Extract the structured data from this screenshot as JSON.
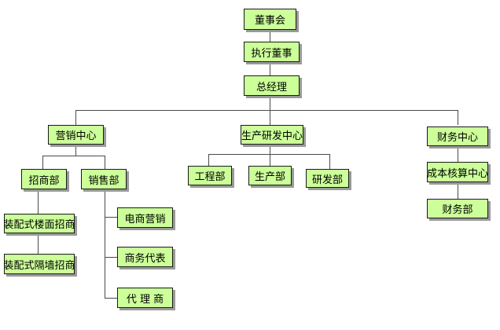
{
  "org": {
    "board": "董事会",
    "executive_director": "执行董事",
    "general_manager": "总经理",
    "marketing_center": "营销中心",
    "investment_dept": "招商部",
    "sales_dept": "销售部",
    "fitout_building_invest": "装配式楼面招商",
    "fitout_partition_invest": "装配式隔墙招商",
    "ecommerce_marketing": "电商营销",
    "business_rep": "商务代表",
    "agent": "代 理 商",
    "production_rd_center": "生产研发中心",
    "engineering_dept": "工程部",
    "production_dept": "生产部",
    "rd_dept": "研发部",
    "finance_center": "财务中心",
    "cost_accounting_center": "成本核算中心",
    "finance_dept": "财务部"
  },
  "colors": {
    "node_fill": "#ccff99",
    "node_border": "#1a1a1a",
    "line": "#4a4a4a",
    "shadow": "#9a9a9a"
  }
}
